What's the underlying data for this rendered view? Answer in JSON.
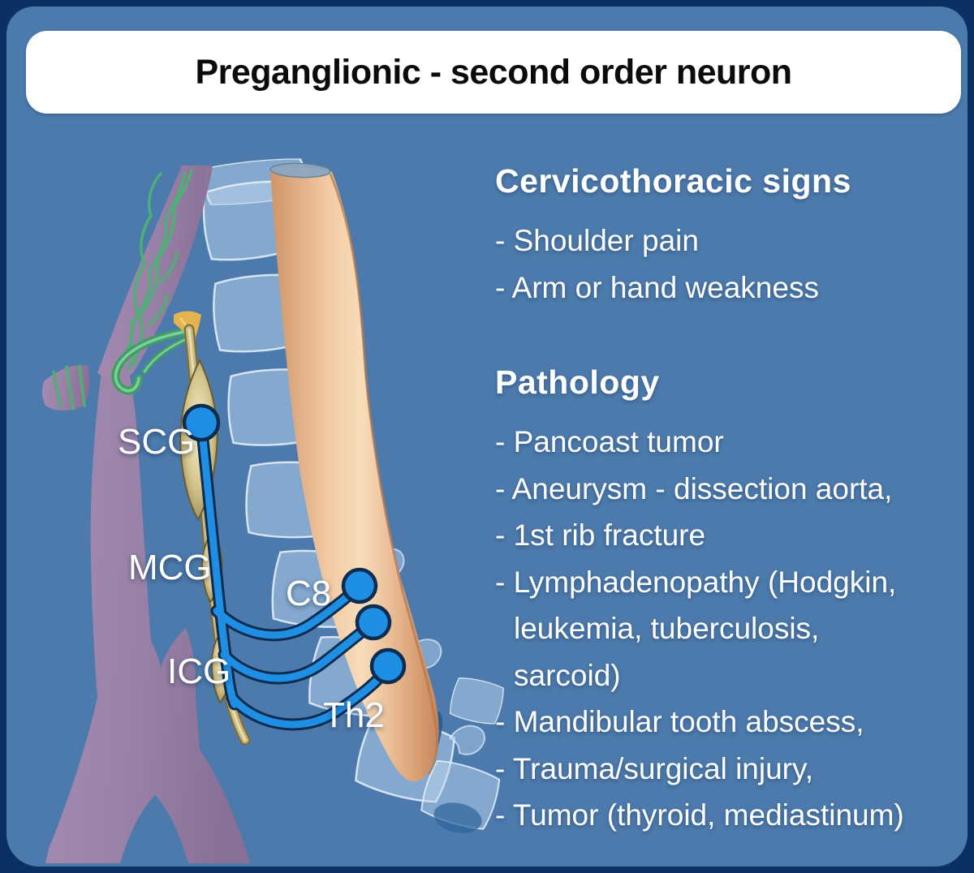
{
  "title": "Preganglionic - second order neuron",
  "colors": {
    "outer_background": "#0a3161",
    "card_background": "#4c7aac",
    "title_background": "#ffffff",
    "title_text": "#0b0b0b",
    "body_text": "#ffffff",
    "nerve_pathway_blue": "#1f8fe3",
    "nerve_outline_navy": "#0d2c4f",
    "sympathetic_chain_tan": "#c9b87e",
    "spinal_cord_orange": "#f2cba4",
    "artery_mauve": "#9b81a6",
    "carotid_plexus_green": "#4db274",
    "vertebrae_blue": "#b9d2ec"
  },
  "anatomy": {
    "scg": "SCG",
    "mcg": "MCG",
    "icg": "ICG",
    "c8": "C8",
    "th2": "Th2"
  },
  "signs": {
    "heading": "Cervicothoracic signs",
    "items": [
      "- Shoulder pain",
      "- Arm or hand weakness"
    ]
  },
  "pathology": {
    "heading": "Pathology",
    "lines": [
      "- Pancoast tumor",
      "- Aneurysm - dissection aorta,",
      "- 1st rib fracture",
      "- Lymphadenopathy (Hodgkin,",
      "leukemia, tuberculosis,",
      "sarcoid)",
      "- Mandibular tooth abscess,",
      "- Trauma/surgical injury,",
      "- Tumor (thyroid, mediastinum)"
    ]
  }
}
